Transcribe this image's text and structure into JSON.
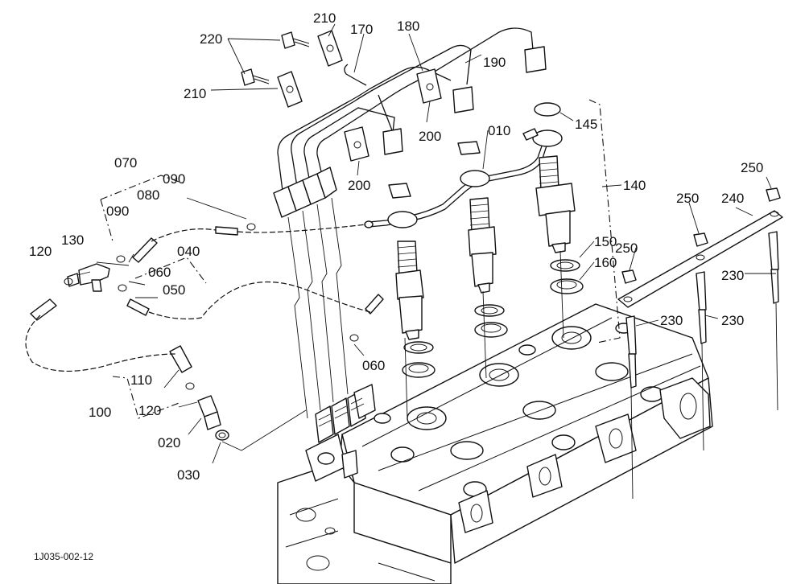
{
  "drawing_code": "1J035-002-12",
  "labels": {
    "p010": "010",
    "p020": "020",
    "p030": "030",
    "p040": "040",
    "p050": "050",
    "p060a": "060",
    "p060b": "060",
    "p070": "070",
    "p080": "080",
    "p090a": "090",
    "p090b": "090",
    "p100": "100",
    "p110": "110",
    "p120a": "120",
    "p120b": "120",
    "p130": "130",
    "p140": "140",
    "p145": "145",
    "p150": "150",
    "p160": "160",
    "p170": "170",
    "p180": "180",
    "p190": "190",
    "p200a": "200",
    "p200b": "200",
    "p210a": "210",
    "p210b": "210",
    "p220": "220",
    "p230a": "230",
    "p230b": "230",
    "p230c": "230",
    "p240": "240",
    "p250a": "250",
    "p250b": "250",
    "p250c": "250"
  }
}
